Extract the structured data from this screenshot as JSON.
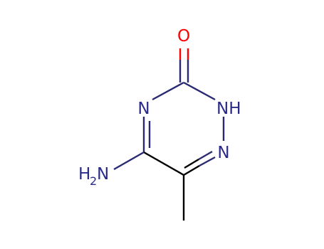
{
  "molecule": {
    "atoms": {
      "oxygen": {
        "symbol": "O"
      },
      "n4": {
        "symbol": "N"
      },
      "n2": {
        "symbol": "NH"
      },
      "n1": {
        "symbol": "N"
      },
      "amino": {
        "symbol": "H",
        "subscript": "2",
        "suffix": "N"
      }
    }
  },
  "colors": {
    "bond": "#2a2a72",
    "carbon_bond": "#000000",
    "nitrogen": "#2a2a8a",
    "oxygen": "#ff0000"
  }
}
